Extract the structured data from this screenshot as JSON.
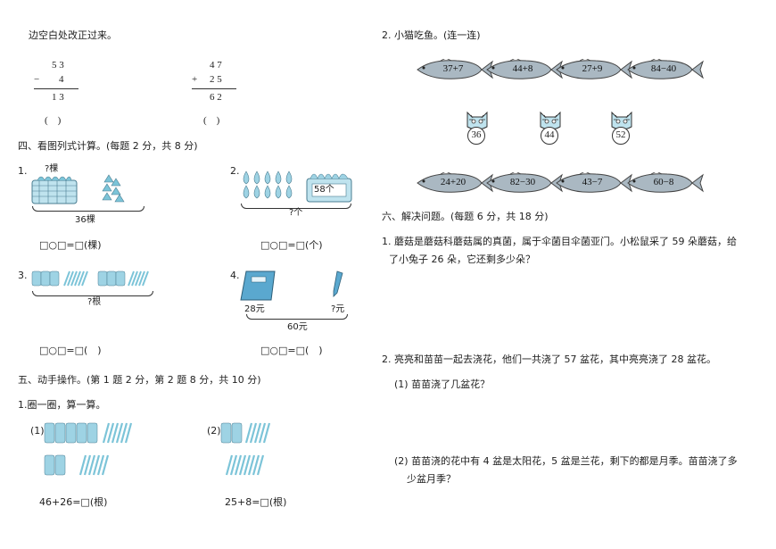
{
  "left": {
    "intro_line": "边空白处改正过来。",
    "calc1": {
      "top": "5 3",
      "op": "−",
      "second": "4",
      "result": "1 3",
      "answer": "(　)"
    },
    "calc2": {
      "top": "4 7",
      "op": "+",
      "second": "2 5",
      "result": "6 2",
      "answer": "(　)"
    },
    "section4_title": "四、看图列式计算。(每题 2 分，共 8 分)",
    "q1": {
      "num": "1.",
      "top_label": "?棵",
      "total": "36棵",
      "formula": "□○□=□(棵)"
    },
    "q2": {
      "num": "2.",
      "basket_label": "58个",
      "total": "?个",
      "formula": "□○□=□(个)"
    },
    "q3": {
      "num": "3.",
      "total": "?根",
      "formula": "□○□=□(　)"
    },
    "q4": {
      "num": "4.",
      "book_price": "28元",
      "pen_price": "?元",
      "total": "60元",
      "formula": "□○□=□(　)"
    },
    "section5_title": "五、动手操作。(第 1 题 2 分，第 2 题 8 分，共 10 分)",
    "section5_q1": "1.圈一圈，算一算。",
    "part1": {
      "label": "(1)",
      "formula": "46+26=□(根)"
    },
    "part2": {
      "label": "(2)",
      "formula": "25+8=□(根)"
    }
  },
  "right": {
    "q2_title": "2. 小猫吃鱼。(连一连)",
    "fish_top": [
      "37+7",
      "44+8",
      "27+9",
      "84−40"
    ],
    "cats": [
      "36",
      "44",
      "52"
    ],
    "fish_bottom": [
      "24+20",
      "82−30",
      "43−7",
      "60−8"
    ],
    "section6_title": "六、解决问题。(每题 6 分，共 18 分)",
    "p1_line1": "1. 蘑菇是蘑菇科蘑菇属的真菌，属于伞菌目伞菌亚门。小松鼠采了 59 朵蘑菇，给",
    "p1_line2": "了小兔子 26 朵，它还剩多少朵？",
    "p2_line1": "2. 亮亮和苗苗一起去浇花，他们一共浇了 57 盆花，其中亮亮浇了 28 盆花。",
    "p2_sub1": "(1) 苗苗浇了几盆花？",
    "p2_sub2_line1": "(2) 苗苗浇的花中有 4 盆是太阳花，5 盆是兰花，剩下的都是月季。苗苗浇了多",
    "p2_sub2_line2": "少盆月季？"
  },
  "colors": {
    "fish_body": "#aab8c2",
    "light_blue": "#bfe3ee",
    "book_blue": "#5aa8cf"
  }
}
